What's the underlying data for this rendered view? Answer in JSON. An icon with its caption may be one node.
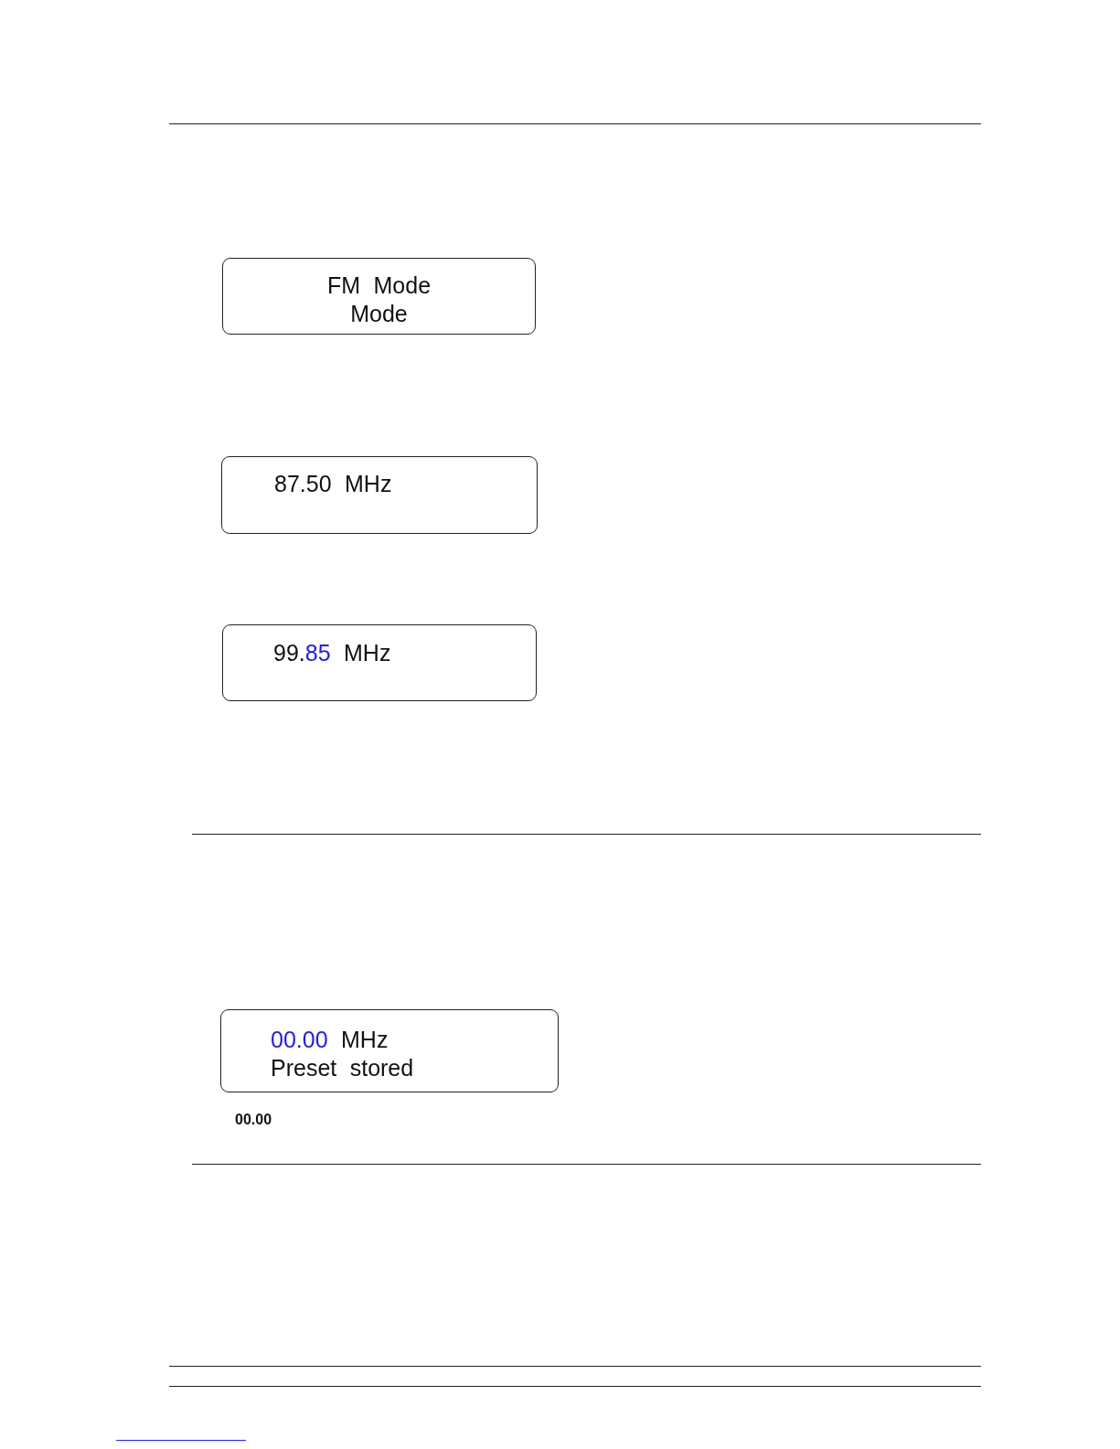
{
  "diagram": {
    "nodes": [
      {
        "text": [
          "FM Mode",
          "Mode"
        ]
      },
      {
        "text": [
          "87.50 MHz"
        ]
      },
      {
        "text": [
          "99.85 MHz"
        ]
      },
      {
        "text": [
          "00.00 MHz",
          "Preset stored"
        ]
      }
    ],
    "labels": [
      "00.00"
    ]
  }
}
